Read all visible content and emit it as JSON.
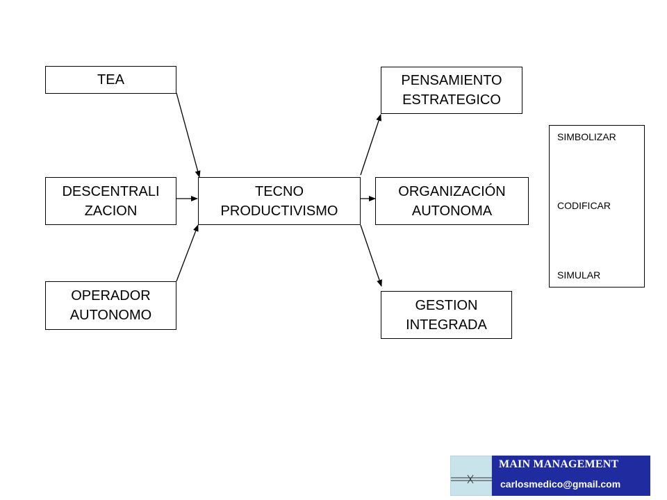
{
  "diagram": {
    "nodes": {
      "tea": "TEA",
      "descentralizacion": "DESCENTRALI\nZACION",
      "operador": "OPERADOR\nAUTONOMO",
      "tecno": "TECNO\nPRODUCTIVISMO",
      "pensamiento": "PENSAMIENTO\nESTRATEGICO",
      "organizacion": "ORGANIZACIÓN\nAUTONOMA",
      "gestion": "GESTION\nINTEGRADA"
    },
    "edges": [
      {
        "from": "TEA",
        "to": "TECNO PRODUCTIVISMO"
      },
      {
        "from": "DESCENTRALIZACION",
        "to": "TECNO PRODUCTIVISMO"
      },
      {
        "from": "OPERADOR AUTONOMO",
        "to": "TECNO PRODUCTIVISMO"
      },
      {
        "from": "TECNO PRODUCTIVISMO",
        "to": "PENSAMIENTO ESTRATEGICO"
      },
      {
        "from": "TECNO PRODUCTIVISMO",
        "to": "ORGANIZACIÓN AUTONOMA"
      },
      {
        "from": "TECNO PRODUCTIVISMO",
        "to": "GESTION INTEGRADA"
      }
    ]
  },
  "side_panel": {
    "items": [
      "SIMBOLIZAR",
      "CODIFICAR",
      "SIMULAR"
    ]
  },
  "footer": {
    "title": "MAIN MANAGEMENT",
    "email": "carlosmedico@gmail.com",
    "panel_color": "#1f2b9e",
    "logo_color": "#c9e3ea"
  }
}
